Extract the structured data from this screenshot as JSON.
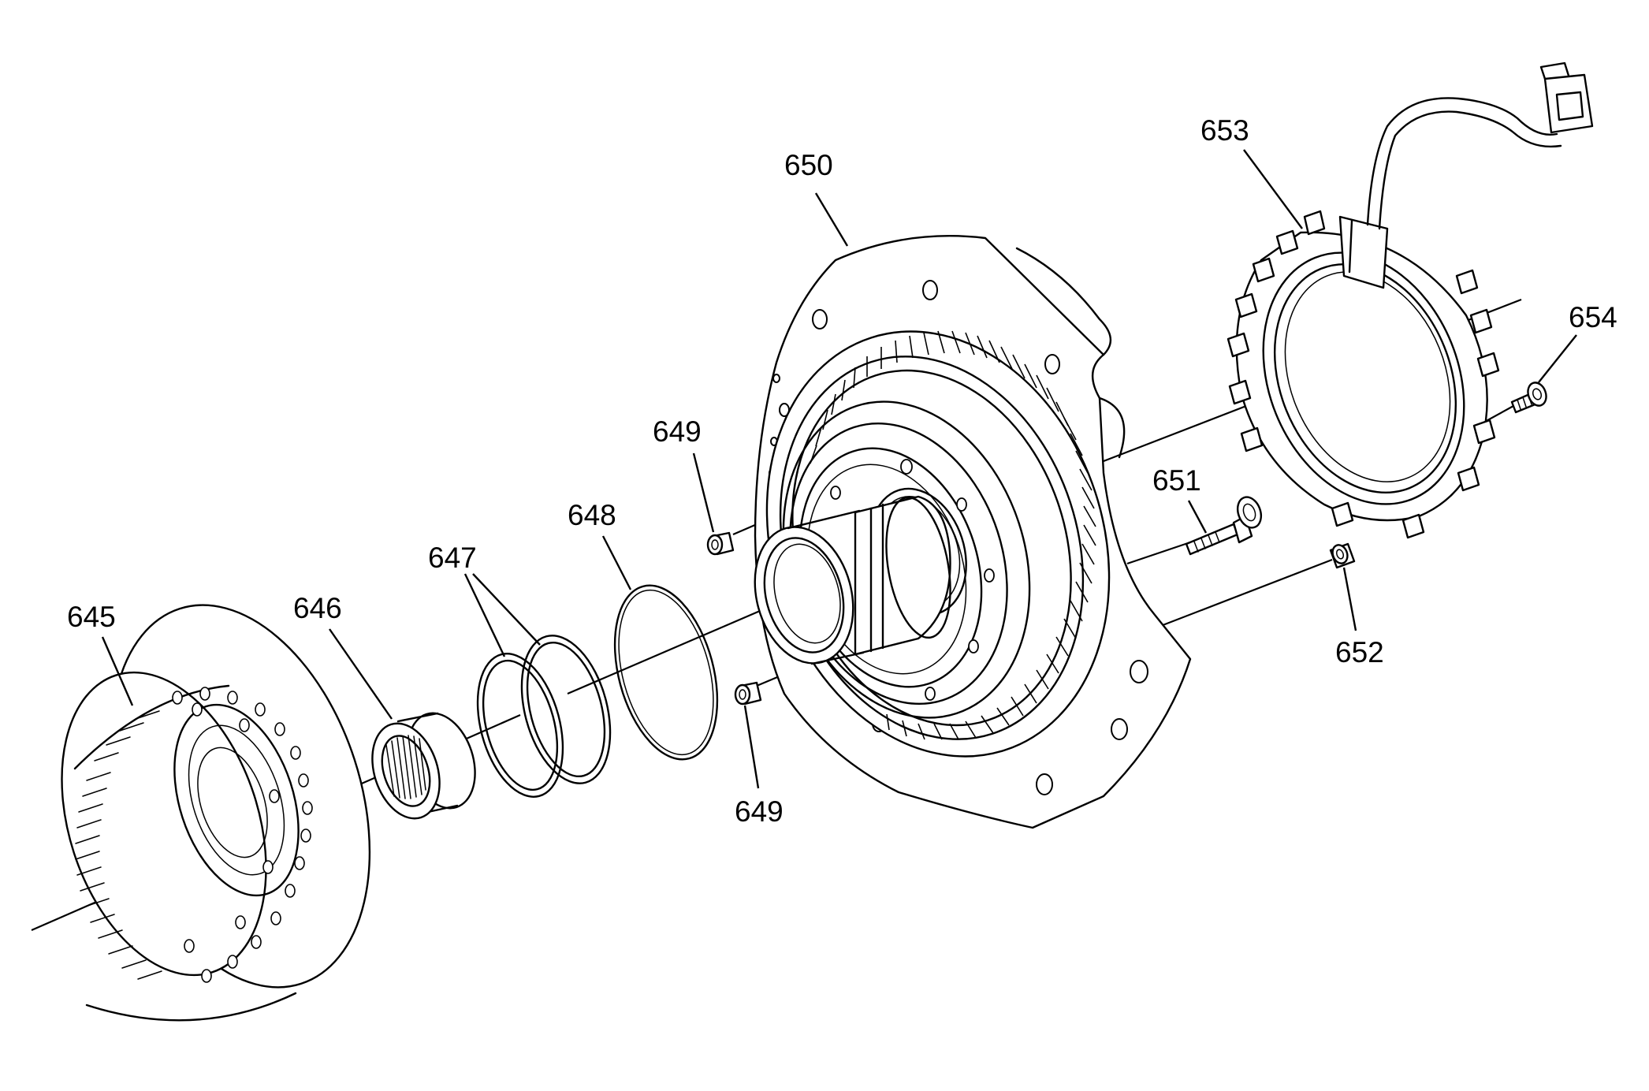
{
  "callouts": {
    "c645": "645",
    "c646": "646",
    "c647": "647",
    "c648": "648",
    "c649a": "649",
    "c649b": "649",
    "c650": "650",
    "c651": "651",
    "c652": "652",
    "c653": "653",
    "c654": "654"
  }
}
